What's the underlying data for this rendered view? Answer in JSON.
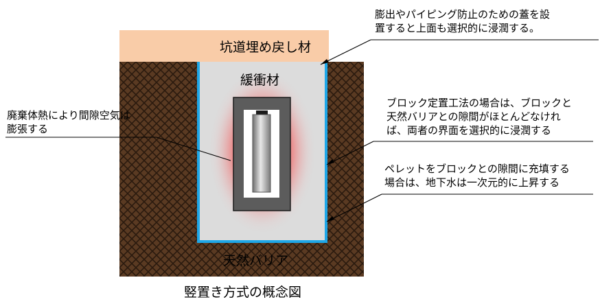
{
  "diagram": {
    "caption": "竪置き方式の概念図",
    "regions": {
      "backfill": "坑道埋め戻し材",
      "buffer": "緩衝材",
      "host_rock": "天然バリア"
    },
    "annotations": {
      "lid_note": [
        "膨出やパイピング防止のための蓋を設",
        "置すると上面も選択的に浸潤する。"
      ],
      "heat_note": [
        "廃棄体熱により間隙空気は",
        "膨張する"
      ],
      "block_note": [
        "ブロック定置工法の場合は、ブロックと",
        "天然バリアとの隙間がほとんどなけれ",
        "ば、両者の界面を選択的に浸潤する"
      ],
      "pellet_note": [
        "ペレットをブロックとの隙間に充填する",
        "場合は、地下水は一次元的に上昇する"
      ]
    },
    "colors": {
      "backfill": "#f9cca8",
      "host_rock": "#5a3a22",
      "host_rock_hatch": "#2a1a0e",
      "buffer": "#dcdcdc",
      "buffer_heat": "#ee4848",
      "gap_outline": "#1ea7e8",
      "overpack": "#5c5c5c",
      "waste_glass": "#9a9a9a"
    }
  }
}
